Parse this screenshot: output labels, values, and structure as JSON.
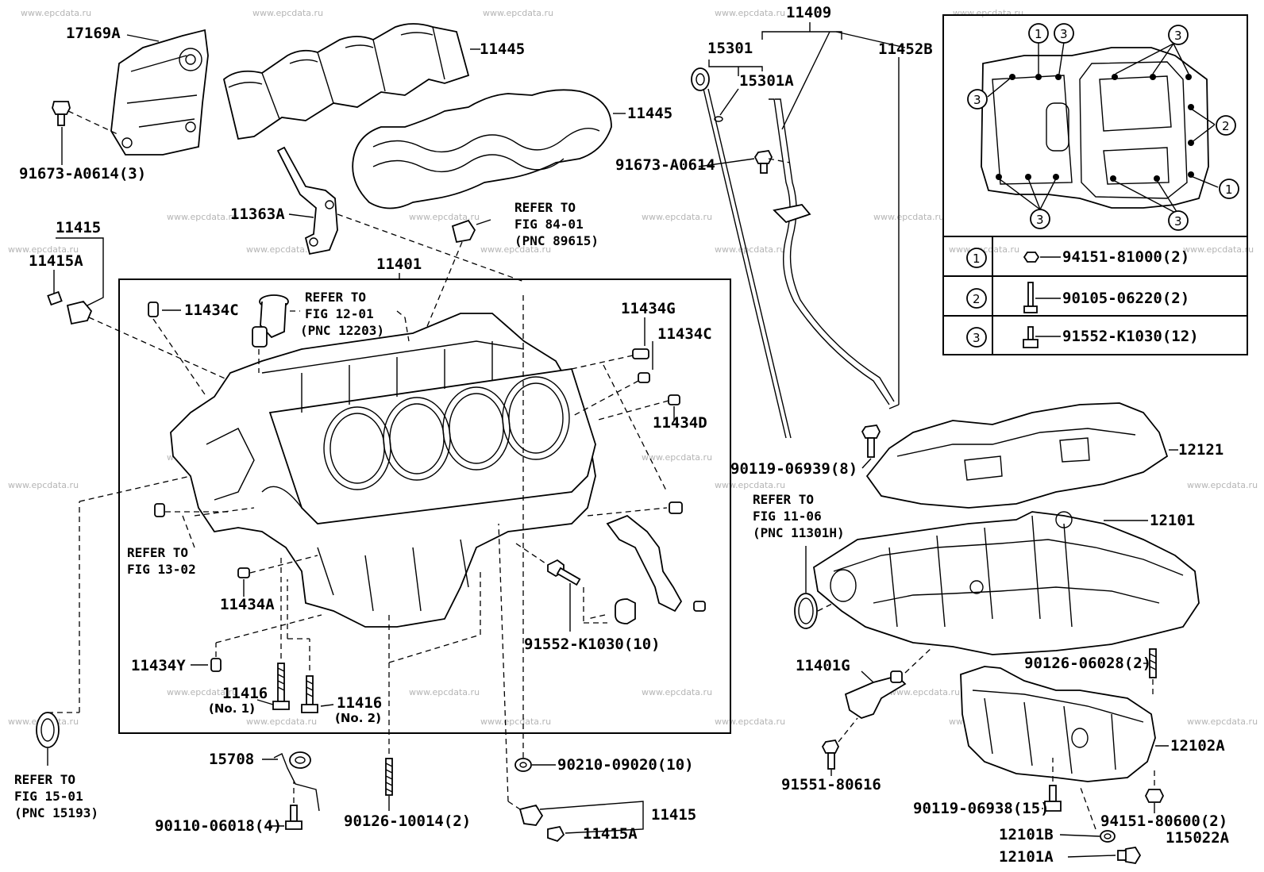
{
  "watermark": "www.epcdata.ru",
  "figure_id": "115022A",
  "labels": {
    "p17169A": "17169A",
    "p11445_top": "11445",
    "p11445_mid": "11445",
    "p11409": "11409",
    "p15301": "15301",
    "p15301A": "15301A",
    "p11452B": "11452B",
    "p91673_A0614_3": "91673-A0614(3)",
    "p91673_A0614": "91673-A0614",
    "p11363A": "11363A",
    "p11415_top": "11415",
    "p11415A_top": "11415A",
    "p11401": "11401",
    "p11434C_left": "11434C",
    "p11434G": "11434G",
    "p11434C_right": "11434C",
    "p11434D": "11434D",
    "p11434A": "11434A",
    "p11434Y": "11434Y",
    "p11416_no1": "11416",
    "p11416_no1_sub": "(No. 1)",
    "p11416_no2": "11416",
    "p11416_no2_sub": "(No. 2)",
    "p91552_K1030_10": "91552-K1030(10)",
    "p90119_06939_8": "90119-06939(8)",
    "p12121": "12121",
    "p12101": "12101",
    "p11401G": "11401G",
    "p91551_80616": "91551-80616",
    "p90126_06028_2": "90126-06028(2)",
    "p12102A": "12102A",
    "p90119_06938_15": "90119-06938(15)",
    "p94151_80600_2": "94151-80600(2)",
    "p12101B": "12101B",
    "p12101A": "12101A",
    "p15708": "15708",
    "p90110_06018_4": "90110-06018(4)",
    "p90126_10014_2": "90126-10014(2)",
    "p90210_09020_10": "90210-09020(10)",
    "p11415_bottom": "11415",
    "p11415A_bottom": "11415A"
  },
  "refer_notes": {
    "fig84": [
      "REFER TO",
      "FIG 84-01",
      "(PNC 89615)"
    ],
    "fig12": [
      "REFER TO",
      "FIG 12-01",
      "(PNC 12203)"
    ],
    "fig13": [
      "REFER TO",
      "FIG 13-02"
    ],
    "fig15": [
      "REFER TO",
      "FIG 15-01",
      "(PNC 15193)"
    ],
    "fig11": [
      "REFER TO",
      "FIG 11-06",
      "(PNC 11301H)"
    ]
  },
  "inset": {
    "callouts": [
      "1",
      "3",
      "3",
      "3",
      "2",
      "1",
      "3",
      "3",
      "3"
    ],
    "table": [
      {
        "num": "1",
        "part": "94151-81000(2)"
      },
      {
        "num": "2",
        "part": "90105-06220(2)"
      },
      {
        "num": "3",
        "part": "91552-K1030(12)"
      }
    ]
  }
}
